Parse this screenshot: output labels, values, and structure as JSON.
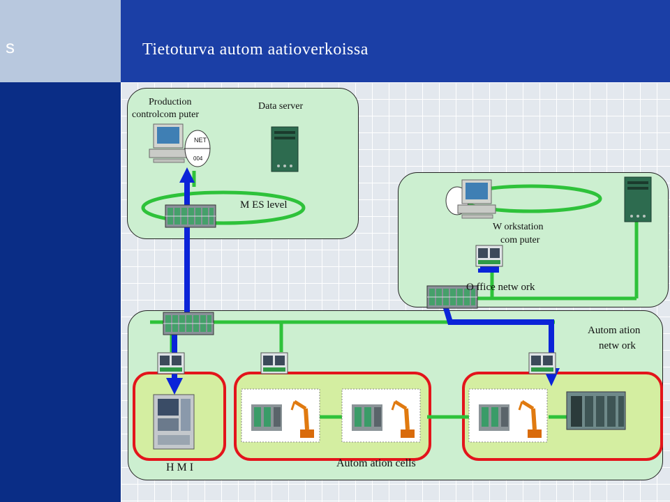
{
  "slide": {
    "corner_glyph": "s",
    "title": "Tietoturva autom aatioverkoissa"
  },
  "labels": {
    "production_line1": "Production",
    "production_line2": "controlcom puter",
    "data_server": "Data server",
    "mes_level": "M ES level",
    "workstation_line1": "W orkstation",
    "workstation_line2": "com puter",
    "office_network": "O ffice netw ork",
    "automation_network_line1": "Autom ation",
    "automation_network_line2": "netw ork",
    "hmi": "H M I",
    "automation_cells": "Autom ation cells"
  },
  "badge": {
    "net_text": "NET",
    "year_text": "004"
  },
  "colors": {
    "header": "#1b3fa6",
    "left_band": "#0a2d86",
    "network_green": "#2ec23a",
    "path_blue": "#0b24d8",
    "cell_red": "#e3141b"
  }
}
